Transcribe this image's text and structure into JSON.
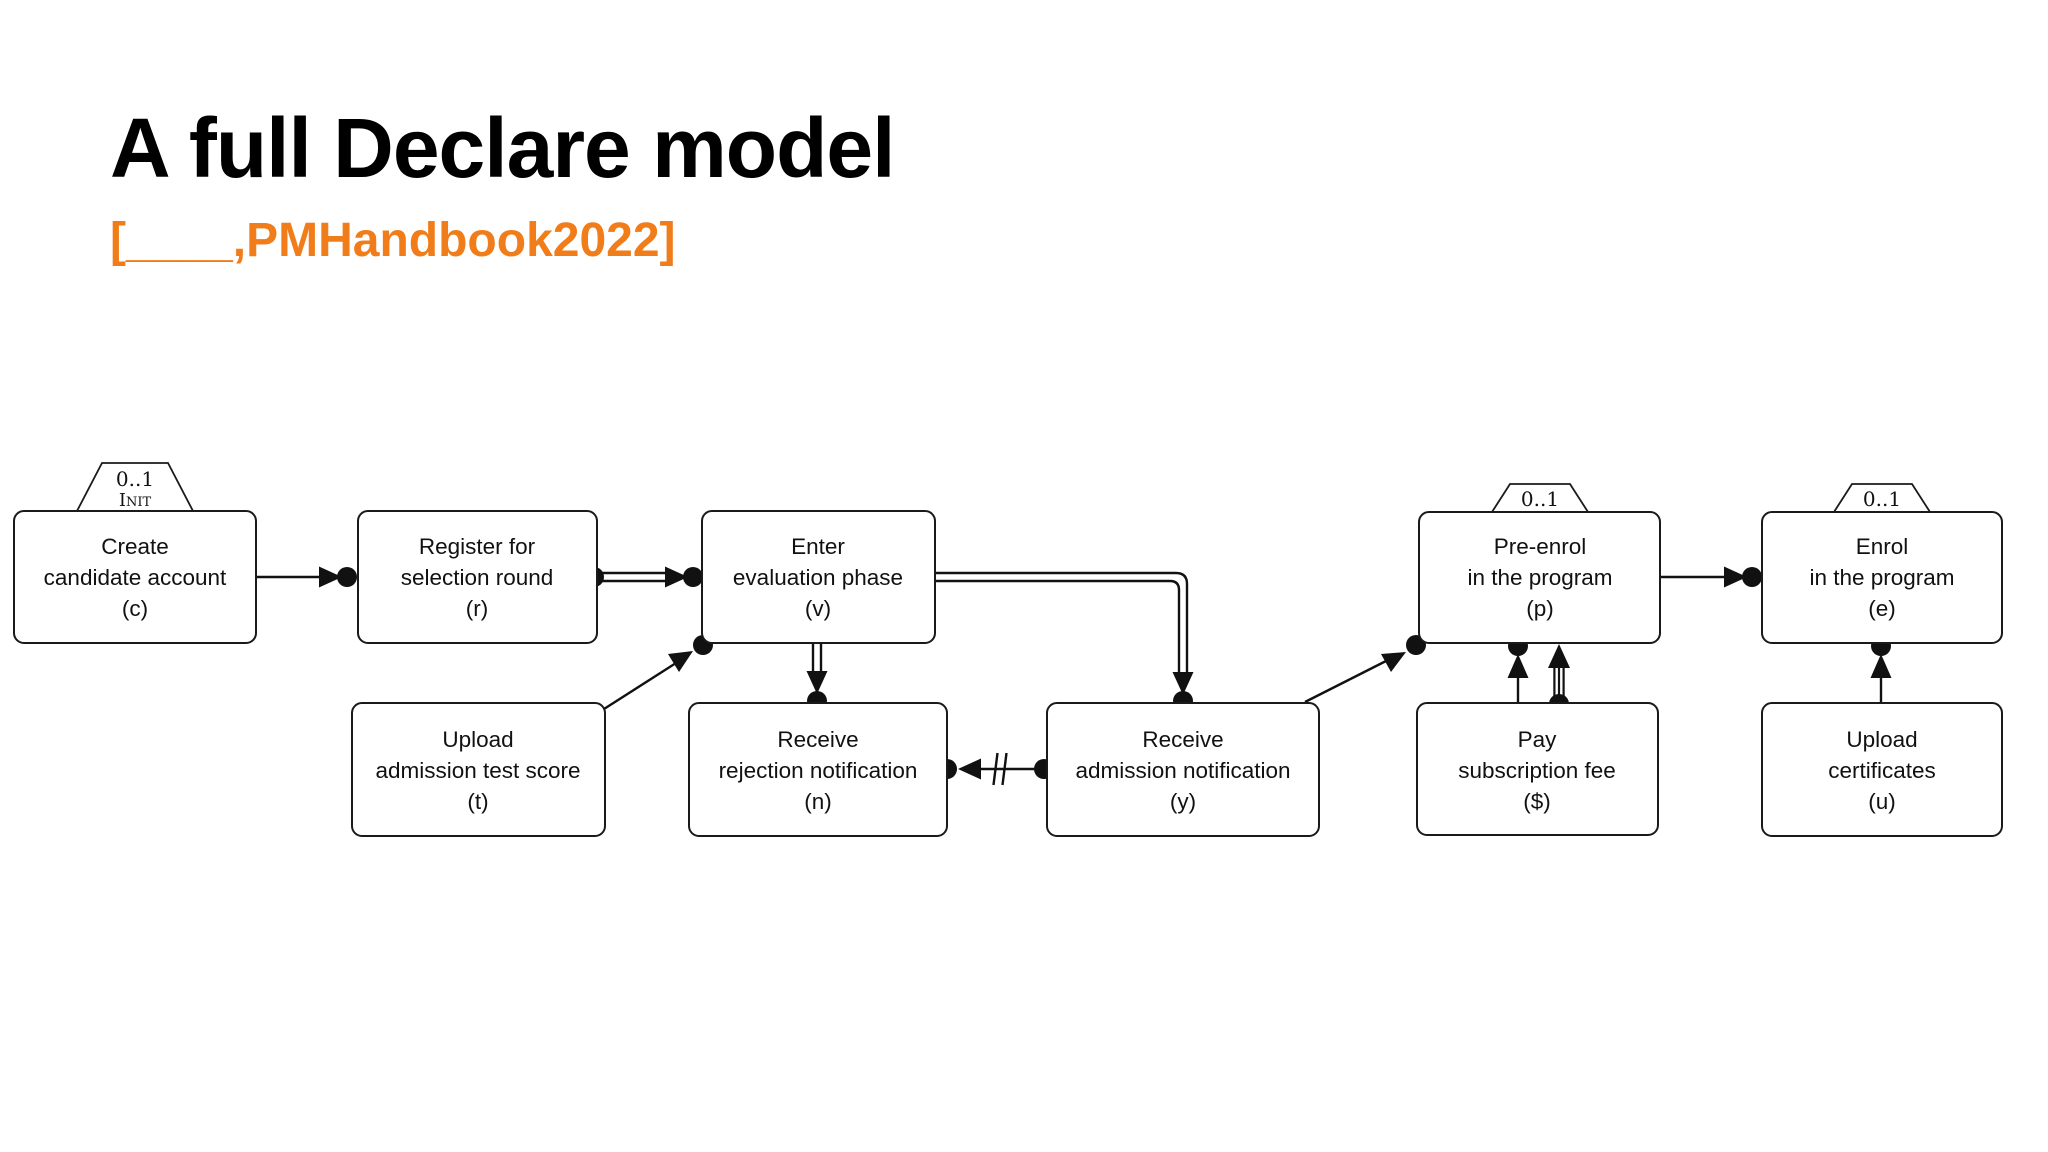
{
  "slide": {
    "title": "A full Declare model",
    "citation": "[____,PMHandbook2022]",
    "accent_color": "#F07D1A",
    "background_color": "#FFFFFF"
  },
  "diagram": {
    "activities": [
      {
        "id": "c",
        "label_lines": [
          "Create",
          "candidate account",
          "(c)"
        ],
        "tab_lines": [
          "0..1",
          "Init"
        ]
      },
      {
        "id": "r",
        "label_lines": [
          "Register for",
          "selection round",
          "(r)"
        ]
      },
      {
        "id": "v",
        "label_lines": [
          "Enter",
          "evaluation phase",
          "(v)"
        ]
      },
      {
        "id": "p",
        "label_lines": [
          "Pre-enrol",
          "in the program",
          "(p)"
        ],
        "tab_lines": [
          "0..1"
        ]
      },
      {
        "id": "e",
        "label_lines": [
          "Enrol",
          "in the program",
          "(e)"
        ],
        "tab_lines": [
          "0..1"
        ]
      },
      {
        "id": "t",
        "label_lines": [
          "Upload",
          "admission test score",
          "(t)"
        ]
      },
      {
        "id": "n",
        "label_lines": [
          "Receive",
          "rejection notification",
          "(n)"
        ]
      },
      {
        "id": "y",
        "label_lines": [
          "Receive",
          "admission notification",
          "(y)"
        ]
      },
      {
        "id": "dollar",
        "label_lines": [
          "Pay",
          "subscription fee",
          "($)"
        ]
      },
      {
        "id": "u",
        "label_lines": [
          "Upload",
          "certificates",
          "(u)"
        ]
      }
    ],
    "constraints": [
      {
        "from": "c",
        "to": "r",
        "line": "single",
        "decorations": "arrowhead and ball at target"
      },
      {
        "from": "r",
        "to": "v",
        "line": "double",
        "decorations": "ball at source, arrowhead and ball at target"
      },
      {
        "from": "v",
        "to": "y",
        "line": "double",
        "decorations": "arrowhead and ball at target top"
      },
      {
        "from": "v",
        "to": "n",
        "line": "double",
        "decorations": "arrowhead and ball at target top"
      },
      {
        "from": "t",
        "to": "v",
        "line": "single",
        "decorations": "arrowhead and ball at target bottom-left"
      },
      {
        "from": "y",
        "to": "n",
        "line": "single",
        "decorations": "ball at both ends, left arrowhead, double negation ticks"
      },
      {
        "from": "y",
        "to": "p",
        "line": "single",
        "decorations": "arrowhead and ball at target bottom-left"
      },
      {
        "from": "dollar",
        "to": "p",
        "line": "single",
        "decorations": "arrowhead and ball at target bottom"
      },
      {
        "from": "dollar",
        "to": "p",
        "line": "triple",
        "decorations": "ball at source top, arrowhead at target bottom"
      },
      {
        "from": "p",
        "to": "e",
        "line": "single",
        "decorations": "arrowhead and ball at target"
      },
      {
        "from": "u",
        "to": "e",
        "line": "single",
        "decorations": "arrowhead and ball at target bottom"
      }
    ]
  }
}
